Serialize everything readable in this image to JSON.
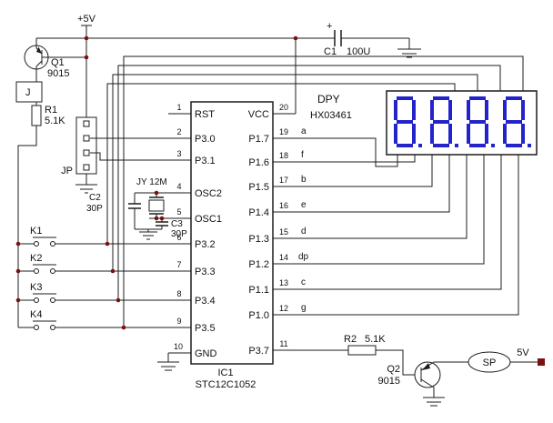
{
  "schematic": {
    "power": {
      "plus5v": "+5V",
      "out5v": "5V"
    },
    "c1": {
      "ref": "C1",
      "value": "100U",
      "polarity": "+"
    },
    "q1": {
      "ref": "Q1",
      "value": "9015"
    },
    "j": {
      "ref": "J"
    },
    "r1": {
      "ref": "R1",
      "value": "5.1K"
    },
    "jp": {
      "ref": "JP"
    },
    "keys": [
      {
        "ref": "K1"
      },
      {
        "ref": "K2"
      },
      {
        "ref": "K3"
      },
      {
        "ref": "K4"
      }
    ],
    "xtal": {
      "c2_ref": "C2",
      "c2_value": "30P",
      "label": "JY 12M",
      "c3_ref": "C3",
      "c3_value": "30P"
    },
    "ic1": {
      "ref": "IC1",
      "part": "STC12C1052",
      "left_pins": [
        {
          "num": "1",
          "name": "RST"
        },
        {
          "num": "2",
          "name": "P3.0"
        },
        {
          "num": "3",
          "name": "P3.1"
        },
        {
          "num": "4",
          "name": "OSC2"
        },
        {
          "num": "5",
          "name": "OSC1"
        },
        {
          "num": "6",
          "name": "P3.2"
        },
        {
          "num": "7",
          "name": "P3.3"
        },
        {
          "num": "8",
          "name": "P3.4"
        },
        {
          "num": "9",
          "name": "P3.5"
        },
        {
          "num": "10",
          "name": "GND"
        }
      ],
      "right_pins": [
        {
          "num": "20",
          "name": "VCC",
          "seg": ""
        },
        {
          "num": "19",
          "name": "P1.7",
          "seg": "a"
        },
        {
          "num": "18",
          "name": "P1.6",
          "seg": "f"
        },
        {
          "num": "17",
          "name": "P1.5",
          "seg": "b"
        },
        {
          "num": "16",
          "name": "P1.4",
          "seg": "e"
        },
        {
          "num": "15",
          "name": "P1.3",
          "seg": "d"
        },
        {
          "num": "14",
          "name": "P1.2",
          "seg": "dp"
        },
        {
          "num": "13",
          "name": "P1.1",
          "seg": "c"
        },
        {
          "num": "12",
          "name": "P1.0",
          "seg": "g"
        },
        {
          "num": "11",
          "name": "P3.7",
          "seg": ""
        }
      ]
    },
    "display": {
      "ref": "DPY",
      "part": "HX03461",
      "digits": "8.8.8.8",
      "segment_color": "#2323cc"
    },
    "r2": {
      "ref": "R2",
      "value": "5.1K"
    },
    "q2": {
      "ref": "Q2",
      "value": "9015"
    },
    "sp": {
      "ref": "SP"
    },
    "colors": {
      "wire": "#1c1c1c",
      "junction": "#7a1010",
      "digit": "#2323cc"
    }
  }
}
